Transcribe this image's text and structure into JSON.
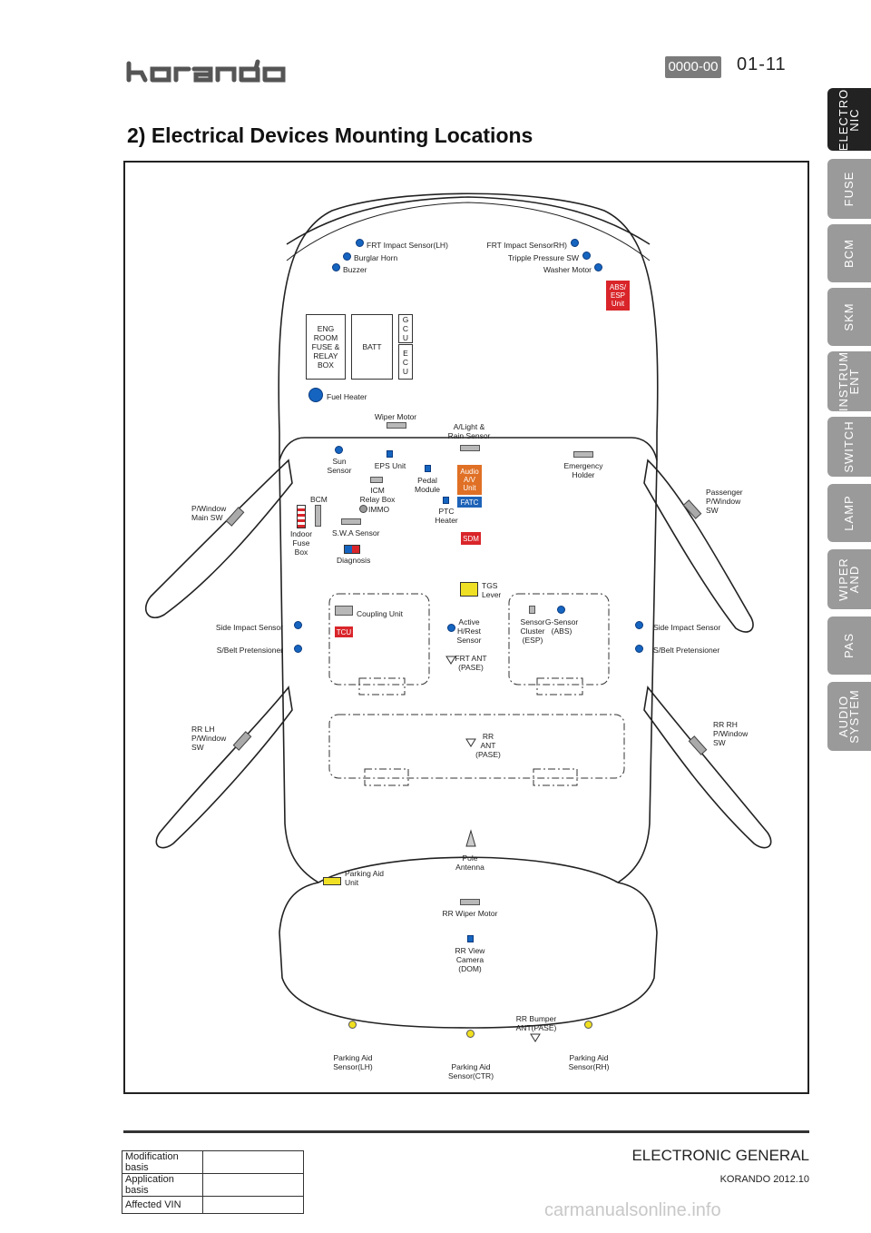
{
  "header": {
    "brand_logo": "korando",
    "code": "0000-00",
    "page": "01-11",
    "title": "2) Electrical Devices Mounting Locations"
  },
  "side_tabs": [
    {
      "label": "ELECTRO\nNIC",
      "active": true
    },
    {
      "label": "FUSE",
      "active": false
    },
    {
      "label": "BCM",
      "active": false
    },
    {
      "label": "SKM",
      "active": false
    },
    {
      "label": "INSTRUM\nENT",
      "active": false
    },
    {
      "label": "SWITCH",
      "active": false
    },
    {
      "label": "LAMP",
      "active": false
    },
    {
      "label": "WIPER\nAND",
      "active": false
    },
    {
      "label": "PAS",
      "active": false
    },
    {
      "label": "AUDIO\nSYSTEM",
      "active": false
    }
  ],
  "diagram": {
    "front": {
      "frt_impact_lh": "FRT Impact Sensor(LH)",
      "burglar_horn": "Burglar Horn",
      "buzzer": "Buzzer",
      "frt_impact_rh": "FRT Impact SensorRH)",
      "tripple_pressure": "Tripple Pressure SW",
      "washer_motor": "Washer Motor",
      "abs_esp": "ABS/\nESP\nUnit",
      "eng_room_fuse": "ENG\nROOM\nFUSE &\nRELAY\nBOX",
      "batt": "BATT",
      "gcu": "G\nC\nU",
      "ecu": "E\nC\nU",
      "fuel_heater": "Fuel Heater",
      "wiper_motor": "Wiper Motor",
      "a_light": "A/Light &\nRain Sensor"
    },
    "cabin": {
      "sun_sensor": "Sun\nSensor",
      "eps_unit": "EPS Unit",
      "pedal_module": "Pedal\nModule",
      "audio_unit": "Audio\nA/V\nUnit",
      "emergency_holder": "Emergency\nHolder",
      "icm_relay": "ICM\nRelay Box",
      "immo": "IMMO",
      "bcm": "BCM",
      "ptc_heater": "PTC\nHeater",
      "fatc": "FATC",
      "indoor_fuse": "Indoor\nFuse\nBox",
      "swa_sensor": "S.W.A Sensor",
      "diagnosis": "Diagnosis",
      "sdm": "SDM",
      "pw_main_sw": "P/Window\nMain SW",
      "pw_passenger": "Passenger\nP/Window\nSW",
      "tgs_lever": "TGS\nLever",
      "coupling_unit": "Coupling Unit",
      "tcu": "TCU",
      "active_h_rest": "Active\nH/Rest\nSensor",
      "frt_ant": "FRT ANT\n(PASE)",
      "sensor_cluster": "Sensor\nCluster\n(ESP)",
      "g_sensor": "G-Sensor\n(ABS)",
      "side_impact_lh": "Side Impact Sensor",
      "sbelt_lh": "S/Belt Pretensioner",
      "side_impact_rh": "Side Impact Sensor",
      "sbelt_rh": "S/Belt Pretensioner",
      "rr_lh_pw": "RR LH\nP/Window\nSW",
      "rr_rh_pw": "RR RH\nP/Window\nSW",
      "rr_ant": "RR\nANT\n(PASE)"
    },
    "rear": {
      "pole_antenna": "Pole\nAntenna",
      "parking_aid_unit": "Parking Aid\nUnit",
      "rr_wiper_motor": "RR Wiper Motor",
      "rr_view_camera": "RR View\nCamera\n(DOM)",
      "rr_bumper_ant": "RR Bumper\nANT(PASE)",
      "parking_lh": "Parking Aid\nSensor(LH)",
      "parking_ctr": "Parking Aid\nSensor(CTR)",
      "parking_rh": "Parking Aid\nSensor(RH)"
    }
  },
  "footer": {
    "title": "ELECTRONIC GENERAL",
    "subtitle": "KORANDO 2012.10",
    "table": [
      {
        "label": "Modification basis",
        "value": ""
      },
      {
        "label": "Application basis",
        "value": ""
      },
      {
        "label": "Affected VIN",
        "value": ""
      }
    ],
    "watermark": "carmanualsonline.info"
  }
}
